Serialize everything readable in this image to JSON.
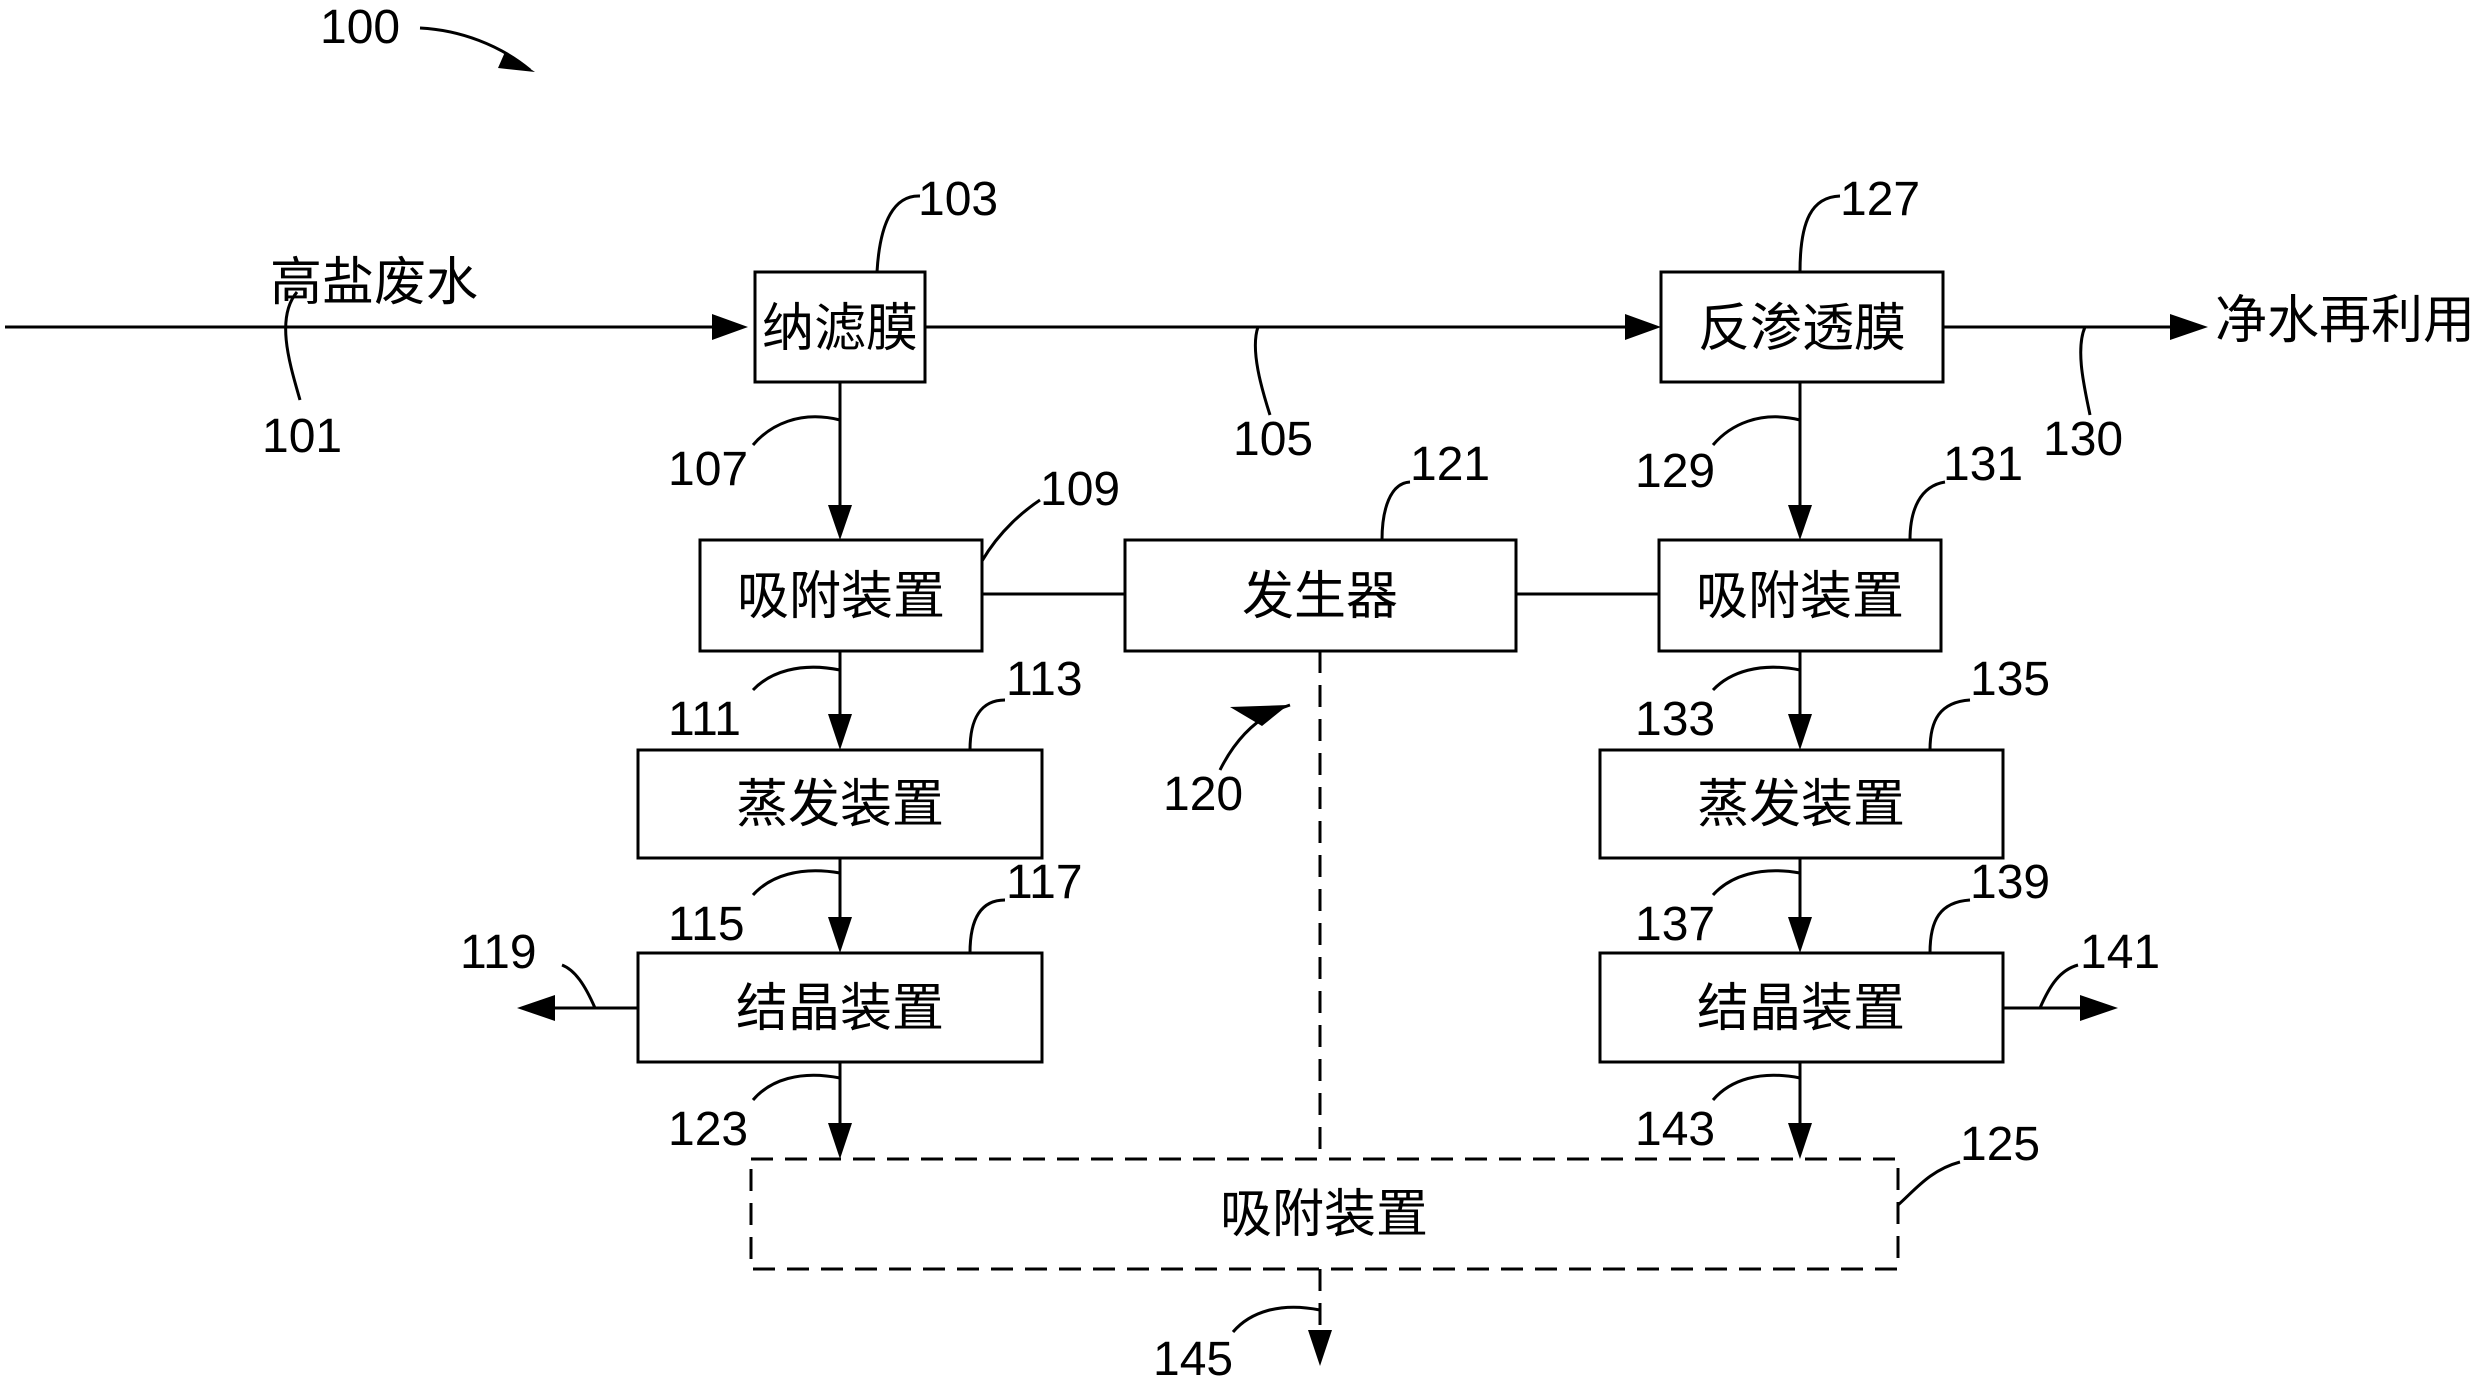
{
  "figure_ref": "100",
  "input_label": "高盐废水",
  "output_label": "净水再利用",
  "boxes": {
    "nanofiltration": "纳滤膜",
    "reverse_osmosis": "反渗透膜",
    "adsorption_left": "吸附装置",
    "generator": "发生器",
    "adsorption_right": "吸附装置",
    "evaporation_left": "蒸发装置",
    "evaporation_right": "蒸发装置",
    "crystallization_left": "结晶装置",
    "crystallization_right": "结晶装置",
    "adsorption_bottom": "吸附装置"
  },
  "refs": {
    "r101": "101",
    "r103": "103",
    "r105": "105",
    "r107": "107",
    "r109": "109",
    "r111": "111",
    "r113": "113",
    "r115": "115",
    "r117": "117",
    "r119": "119",
    "r120": "120",
    "r121": "121",
    "r123": "123",
    "r125": "125",
    "r127": "127",
    "r129": "129",
    "r130": "130",
    "r131": "131",
    "r133": "133",
    "r135": "135",
    "r137": "137",
    "r139": "139",
    "r141": "141",
    "r143": "143",
    "r145": "145"
  }
}
